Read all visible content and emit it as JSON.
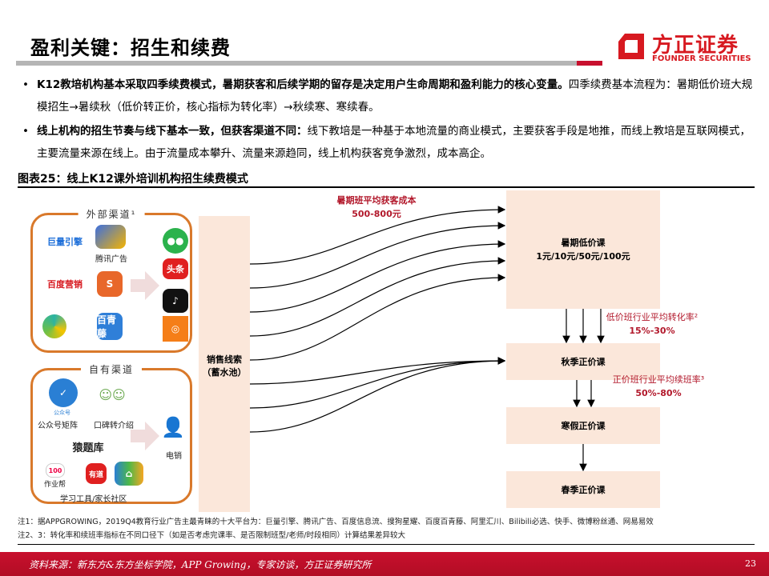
{
  "header": {
    "title": "盈利关键：招生和续费",
    "logo_cn": "方正证券",
    "logo_en": "FOUNDER SECURITIES",
    "brand_color": "#d71920"
  },
  "bullets": [
    {
      "bold": "K12教培机构基本采取四季续费模式，暑期获客和后续学期的留存是决定用户生命周期和盈利能力的核心变量。",
      "text": "四季续费基本流程为：暑期低价班大规模招生→暑续秋（低价转正价，核心指标为转化率）→秋续寒、寒续春。"
    },
    {
      "bold": "线上机构的招生节奏与线下基本一致，但获客渠道不同：",
      "text": "线下教培是一种基于本地流量的商业模式，主要获客手段是地推，而线上教培是互联网模式，主要流量来源在线上。由于流量成本攀升、流量来源趋同，线上机构获客竞争激烈，成本高企。"
    }
  ],
  "figure": {
    "title": "图表25：线上K12课外培训机构招生续费模式",
    "external": {
      "label": "外部渠道¹",
      "logos": [
        "巨量引擎",
        "腾讯广告",
        "百度营销",
        "搜狗",
        "阿里汇川",
        "百青藤",
        "微信",
        "头条",
        "抖音",
        "快手"
      ],
      "tencent_caption": "腾讯广告"
    },
    "own": {
      "label": "自有渠道",
      "items": [
        "公众号矩阵",
        "口碑转介绍"
      ],
      "gzh_caption": "公众号",
      "yuantiku": "猿题库",
      "zyb": "作业帮",
      "youdao": "有道",
      "tools_label": "学习工具/家长社区",
      "phone": "电销"
    },
    "pool": {
      "line1": "销售线索",
      "line2": "（蓄水池）"
    },
    "cost": {
      "label": "暑期班平均获客成本",
      "value": "500-800元"
    },
    "boxes": [
      {
        "title": "暑期低价课",
        "sub": "1元/10元/50元/100元"
      },
      {
        "title": "秋季正价课"
      },
      {
        "title": "寒假正价课"
      },
      {
        "title": "春季正价课"
      }
    ],
    "conversion": {
      "label": "低价班行业平均转化率²",
      "value": "15%-30%"
    },
    "renewal": {
      "label": "正价班行业平均续班率³",
      "value": "50%-80%"
    }
  },
  "notes": [
    "注1：据APPGROWING，2019Q4教育行业广告主最青睐的十大平台为：巨量引擎、腾讯广告、百度信息流、搜狗星耀、百度百青藤、阿里汇川、Bilibili必选、快手、微博粉丝通、网易易效",
    "注2、3：转化率和续班率指标在不同口径下（如是否考虑完课率、是否限制班型/老师/时段相同）计算结果差异较大"
  ],
  "footer": {
    "source": "资料来源：新东方&东方坐标学院，APP Growing，专家访谈，方正证券研究所",
    "page": "23"
  },
  "colors": {
    "accent_red": "#c8102e",
    "orange": "#d9792b",
    "peach": "#fbe7da"
  }
}
